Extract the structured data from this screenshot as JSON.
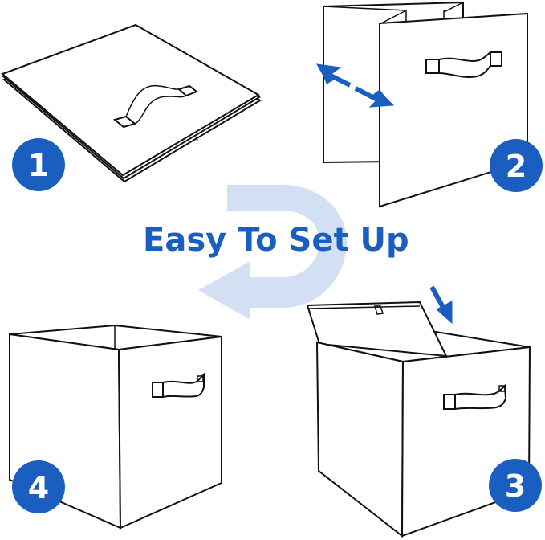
{
  "title": "Easy To Set Up",
  "colors": {
    "accent": "#1a5fbf",
    "uturn_arrow": "#d3e0f3",
    "outline": "#111111",
    "background": "#ffffff"
  },
  "steps": [
    {
      "number": "1",
      "description": "Flat folded storage cube with handle"
    },
    {
      "number": "2",
      "description": "Unfold the sides (double-headed arrow)"
    },
    {
      "number": "3",
      "description": "Insert the bottom panel (down arrow)"
    },
    {
      "number": "4",
      "description": "Assembled storage cube"
    }
  ],
  "icons": {
    "flow_arrow": "u-turn-arrow-icon",
    "unfold_arrow": "double-arrow-icon",
    "insert_arrow": "down-arrow-icon"
  }
}
